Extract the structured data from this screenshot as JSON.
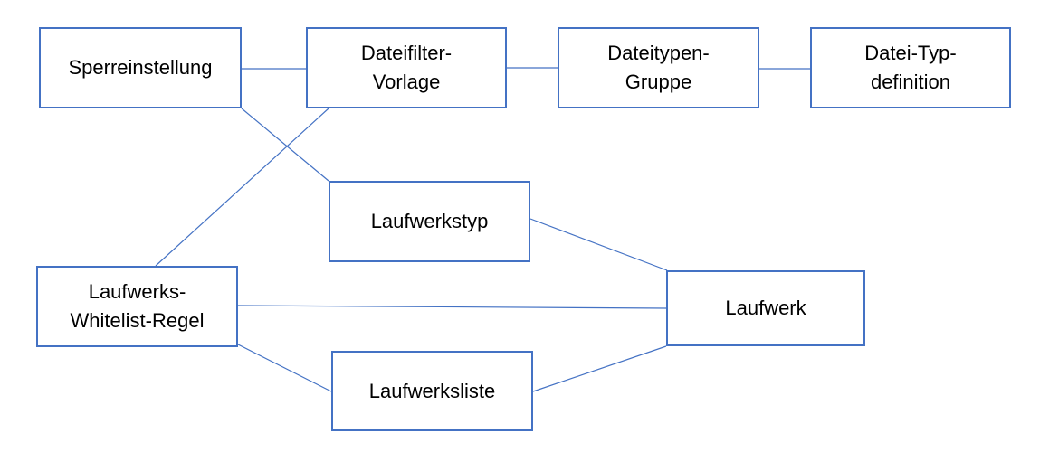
{
  "diagram": {
    "nodes": {
      "sperreinstellung": "Sperreinstellung",
      "dateifilter_vorlage": "Dateifilter-\nVorlage",
      "dateitypen_gruppe": "Dateitypen-\nGruppe",
      "datei_typ_definition": "Datei-Typ-\ndefinition",
      "laufwerkstyp": "Laufwerkstyp",
      "laufwerks_whitelist_regel": "Laufwerks-\nWhitelist-Regel",
      "laufwerk": "Laufwerk",
      "laufwerksliste": "Laufwerksliste"
    },
    "edges": [
      [
        "sperreinstellung",
        "dateifilter_vorlage"
      ],
      [
        "dateifilter_vorlage",
        "dateitypen_gruppe"
      ],
      [
        "dateitypen_gruppe",
        "datei_typ_definition"
      ],
      [
        "sperreinstellung",
        "laufwerkstyp"
      ],
      [
        "dateifilter_vorlage",
        "laufwerks_whitelist_regel"
      ],
      [
        "laufwerkstyp",
        "laufwerk"
      ],
      [
        "laufwerks_whitelist_regel",
        "laufwerk"
      ],
      [
        "laufwerks_whitelist_regel",
        "laufwerksliste"
      ],
      [
        "laufwerksliste",
        "laufwerk"
      ]
    ],
    "colors": {
      "stroke": "#4472C4",
      "text": "#000000",
      "background": "#ffffff"
    }
  }
}
